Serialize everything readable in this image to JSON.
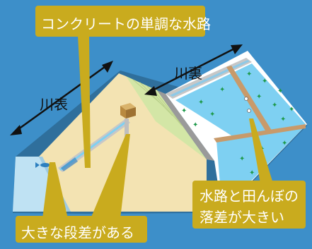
{
  "callouts": {
    "top": "コンクリートの単調な水路",
    "bottom_left": "大きな段差がある",
    "bottom_right_line1": "水路と田んぼの",
    "bottom_right_line2": "落差が大きい"
  },
  "labels": {
    "kawaomote": "川表",
    "kawaura": "川裏"
  },
  "colors": {
    "background": "#3d8fc9",
    "callout": "#c9ab1e",
    "river_bank": "#f3e3b2",
    "river": "#bfe2f3",
    "paddy": "#7ed0f2",
    "levee_green": "#d3e6a6",
    "ridge": "#c89a6a",
    "rice": "#1f9a4c",
    "concrete": "#c7c7c7"
  },
  "icons": [
    "fish-icon",
    "rice-plant-icon",
    "water-gate-icon"
  ]
}
